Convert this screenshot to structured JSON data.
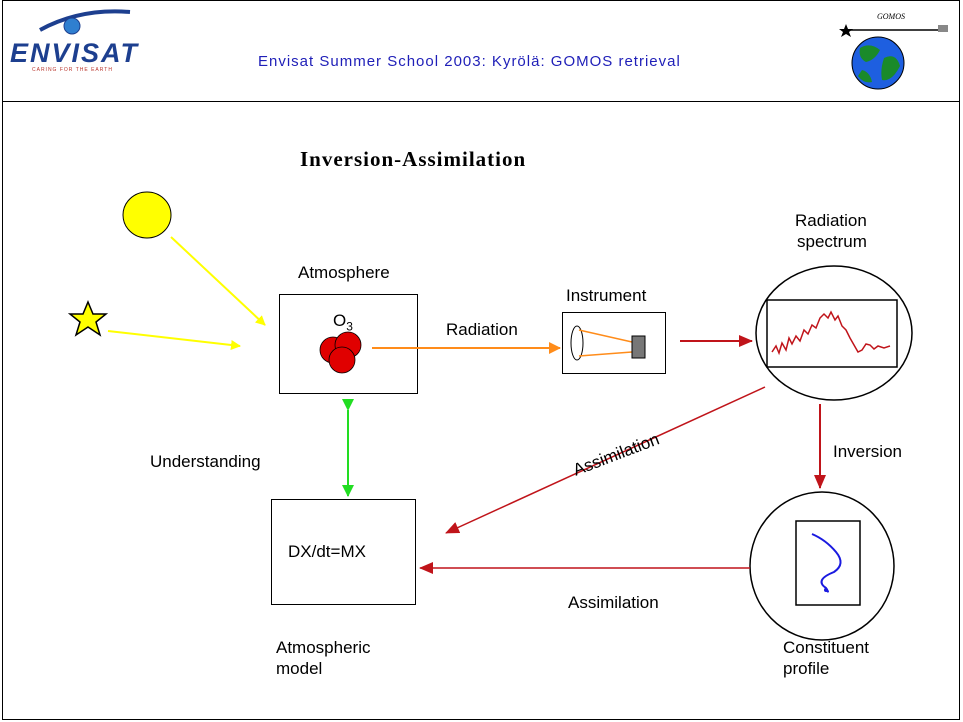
{
  "header": {
    "title": "Envisat Summer School 2003: Kyrölä: GOMOS retrieval",
    "logo_text": "ENVISAT",
    "logo_tagline": "CARING FOR THE EARTH",
    "gomos_label": "GOMOS"
  },
  "slide": {
    "title": "Inversion-Assimilation"
  },
  "labels": {
    "atmosphere": "Atmosphere",
    "o3": "O",
    "o3_sub": "3",
    "radiation": "Radiation",
    "instrument": "Instrument",
    "radiation_spectrum_1": "Radiation",
    "radiation_spectrum_2": "spectrum",
    "understanding": "Understanding",
    "model_equation": "DX/dt=MX",
    "assimilation_diagonal": "Assimilation",
    "inversion": "Inversion",
    "assimilation_horizontal": "Assimilation",
    "atmospheric_model_1": "Atmospheric",
    "atmospheric_model_2": "model",
    "constituent_profile_1": "Constituent",
    "constituent_profile_2": "profile"
  },
  "colors": {
    "sun_fill": "#ffff00",
    "star_fill": "#ffff00",
    "yellow_arrow": "#ffff00",
    "orange_arrow": "#ff8c1a",
    "red_arrow": "#c0141a",
    "green_arrow": "#22dd22",
    "ozone_red": "#e00000",
    "profile_blue": "#1a1ae0",
    "header_title": "#1f1fb8"
  }
}
